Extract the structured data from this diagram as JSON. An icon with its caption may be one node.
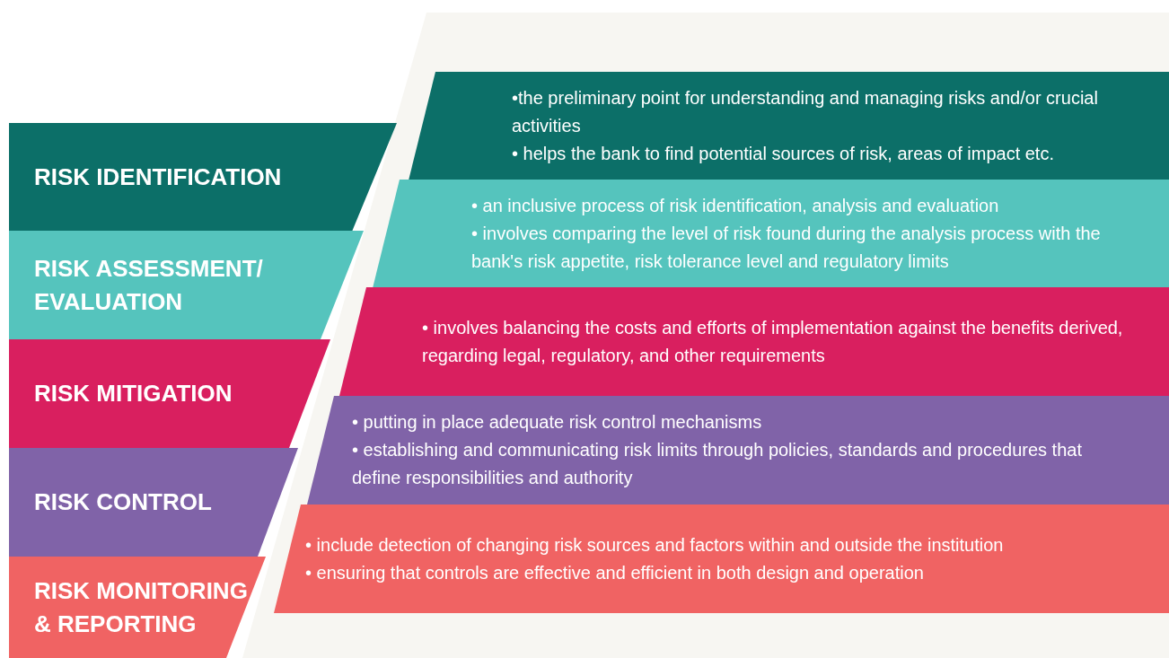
{
  "diagram": {
    "nodes": [
      {
        "text": [
          "RISK IDENTIFICATION"
        ]
      },
      {
        "text": [
          "•the preliminary point for understanding and managing risks and/or crucial activities",
          "• helps the bank to find potential sources of risk, areas of impact etc."
        ]
      },
      {
        "text": [
          "RISK ASSESSMENT/ EVALUATION"
        ]
      },
      {
        "text": [
          "• an inclusive process of risk identification, analysis and evaluation",
          "• involves comparing the level of risk found during the analysis process with the bank's risk appetite, risk tolerance level and regulatory limits"
        ]
      },
      {
        "text": [
          "RISK MITIGATION"
        ]
      },
      {
        "text": [
          "• involves balancing the costs and efforts of implementation against the benefits derived, regarding legal, regulatory, and other requirements"
        ]
      },
      {
        "text": [
          "RISK CONTROL"
        ]
      },
      {
        "text": [
          "• putting in place adequate risk control mechanisms",
          "• establishing and communicating risk limits through policies, standards and procedures that define responsibilities and authority"
        ]
      },
      {
        "text": [
          "RISK MONITORING & REPORTING"
        ]
      },
      {
        "text": [
          "• include detection of changing risk sources and factors within and outside the institution",
          "• ensuring that controls are effective and efficient in both design and operation"
        ]
      }
    ]
  }
}
